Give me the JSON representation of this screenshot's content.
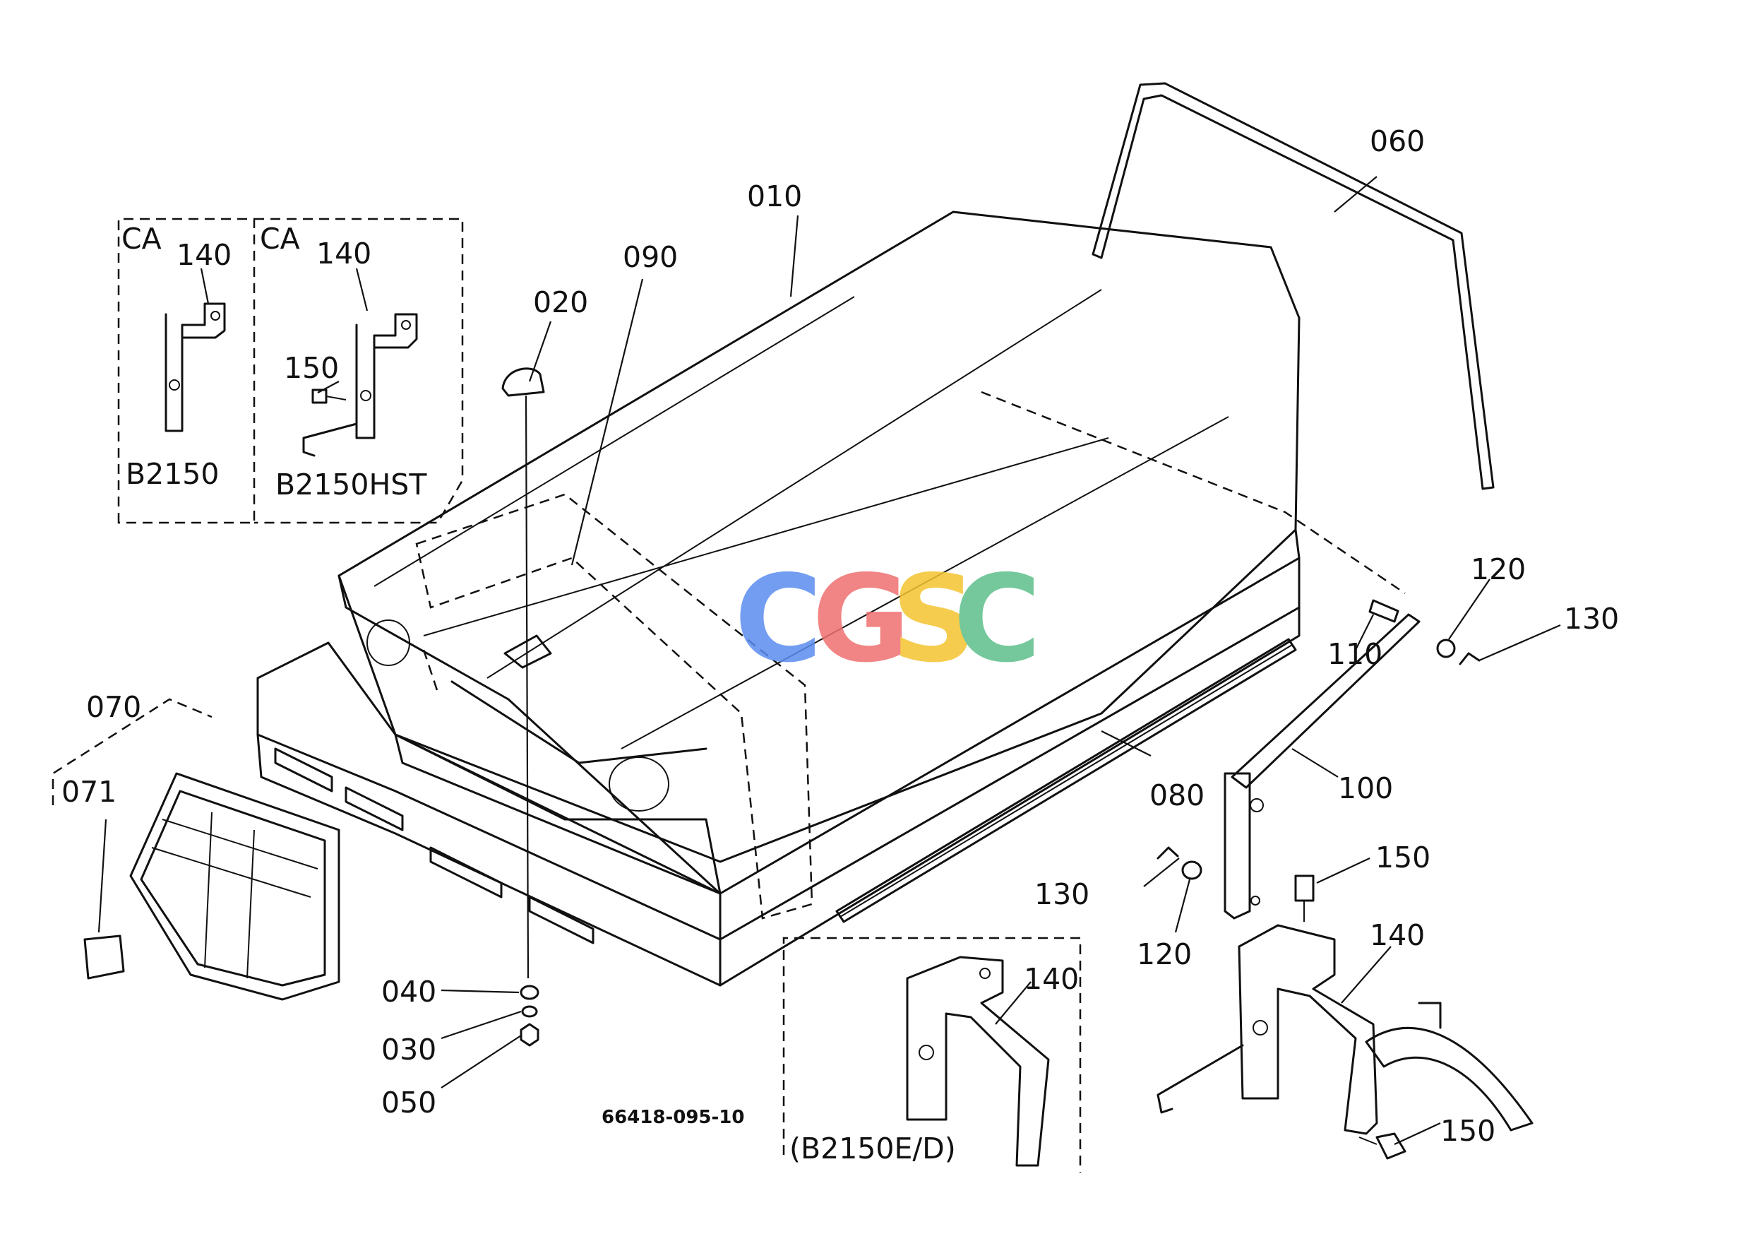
{
  "labels": {
    "p010": "010",
    "p020": "020",
    "p030": "030",
    "p040": "040",
    "p050": "050",
    "p060": "060",
    "p070": "070",
    "p071": "071",
    "p080": "080",
    "p090": "090",
    "p100": "100",
    "p110": "110",
    "p120_top": "120",
    "p120_bottom": "120",
    "p130_top": "130",
    "p130_bottom": "130",
    "p140_inset_a": "140",
    "p140_inset_b": "140",
    "p140_main": "140",
    "p140_inset_c": "140",
    "p150_inset_b": "150",
    "p150_top": "150",
    "p150_bottom": "150"
  },
  "insets": {
    "ca_left": "CA",
    "ca_right": "CA",
    "model_left": "B2150",
    "model_right": "B2150HST",
    "model_bottom": "(B2150E/D)"
  },
  "drawing_number": "66418-095-10",
  "watermark": {
    "letters": [
      "C",
      "G",
      "S",
      "C"
    ],
    "colors": [
      "#5b8def",
      "#ef6f6f",
      "#f4c430",
      "#5cbf8a"
    ]
  }
}
